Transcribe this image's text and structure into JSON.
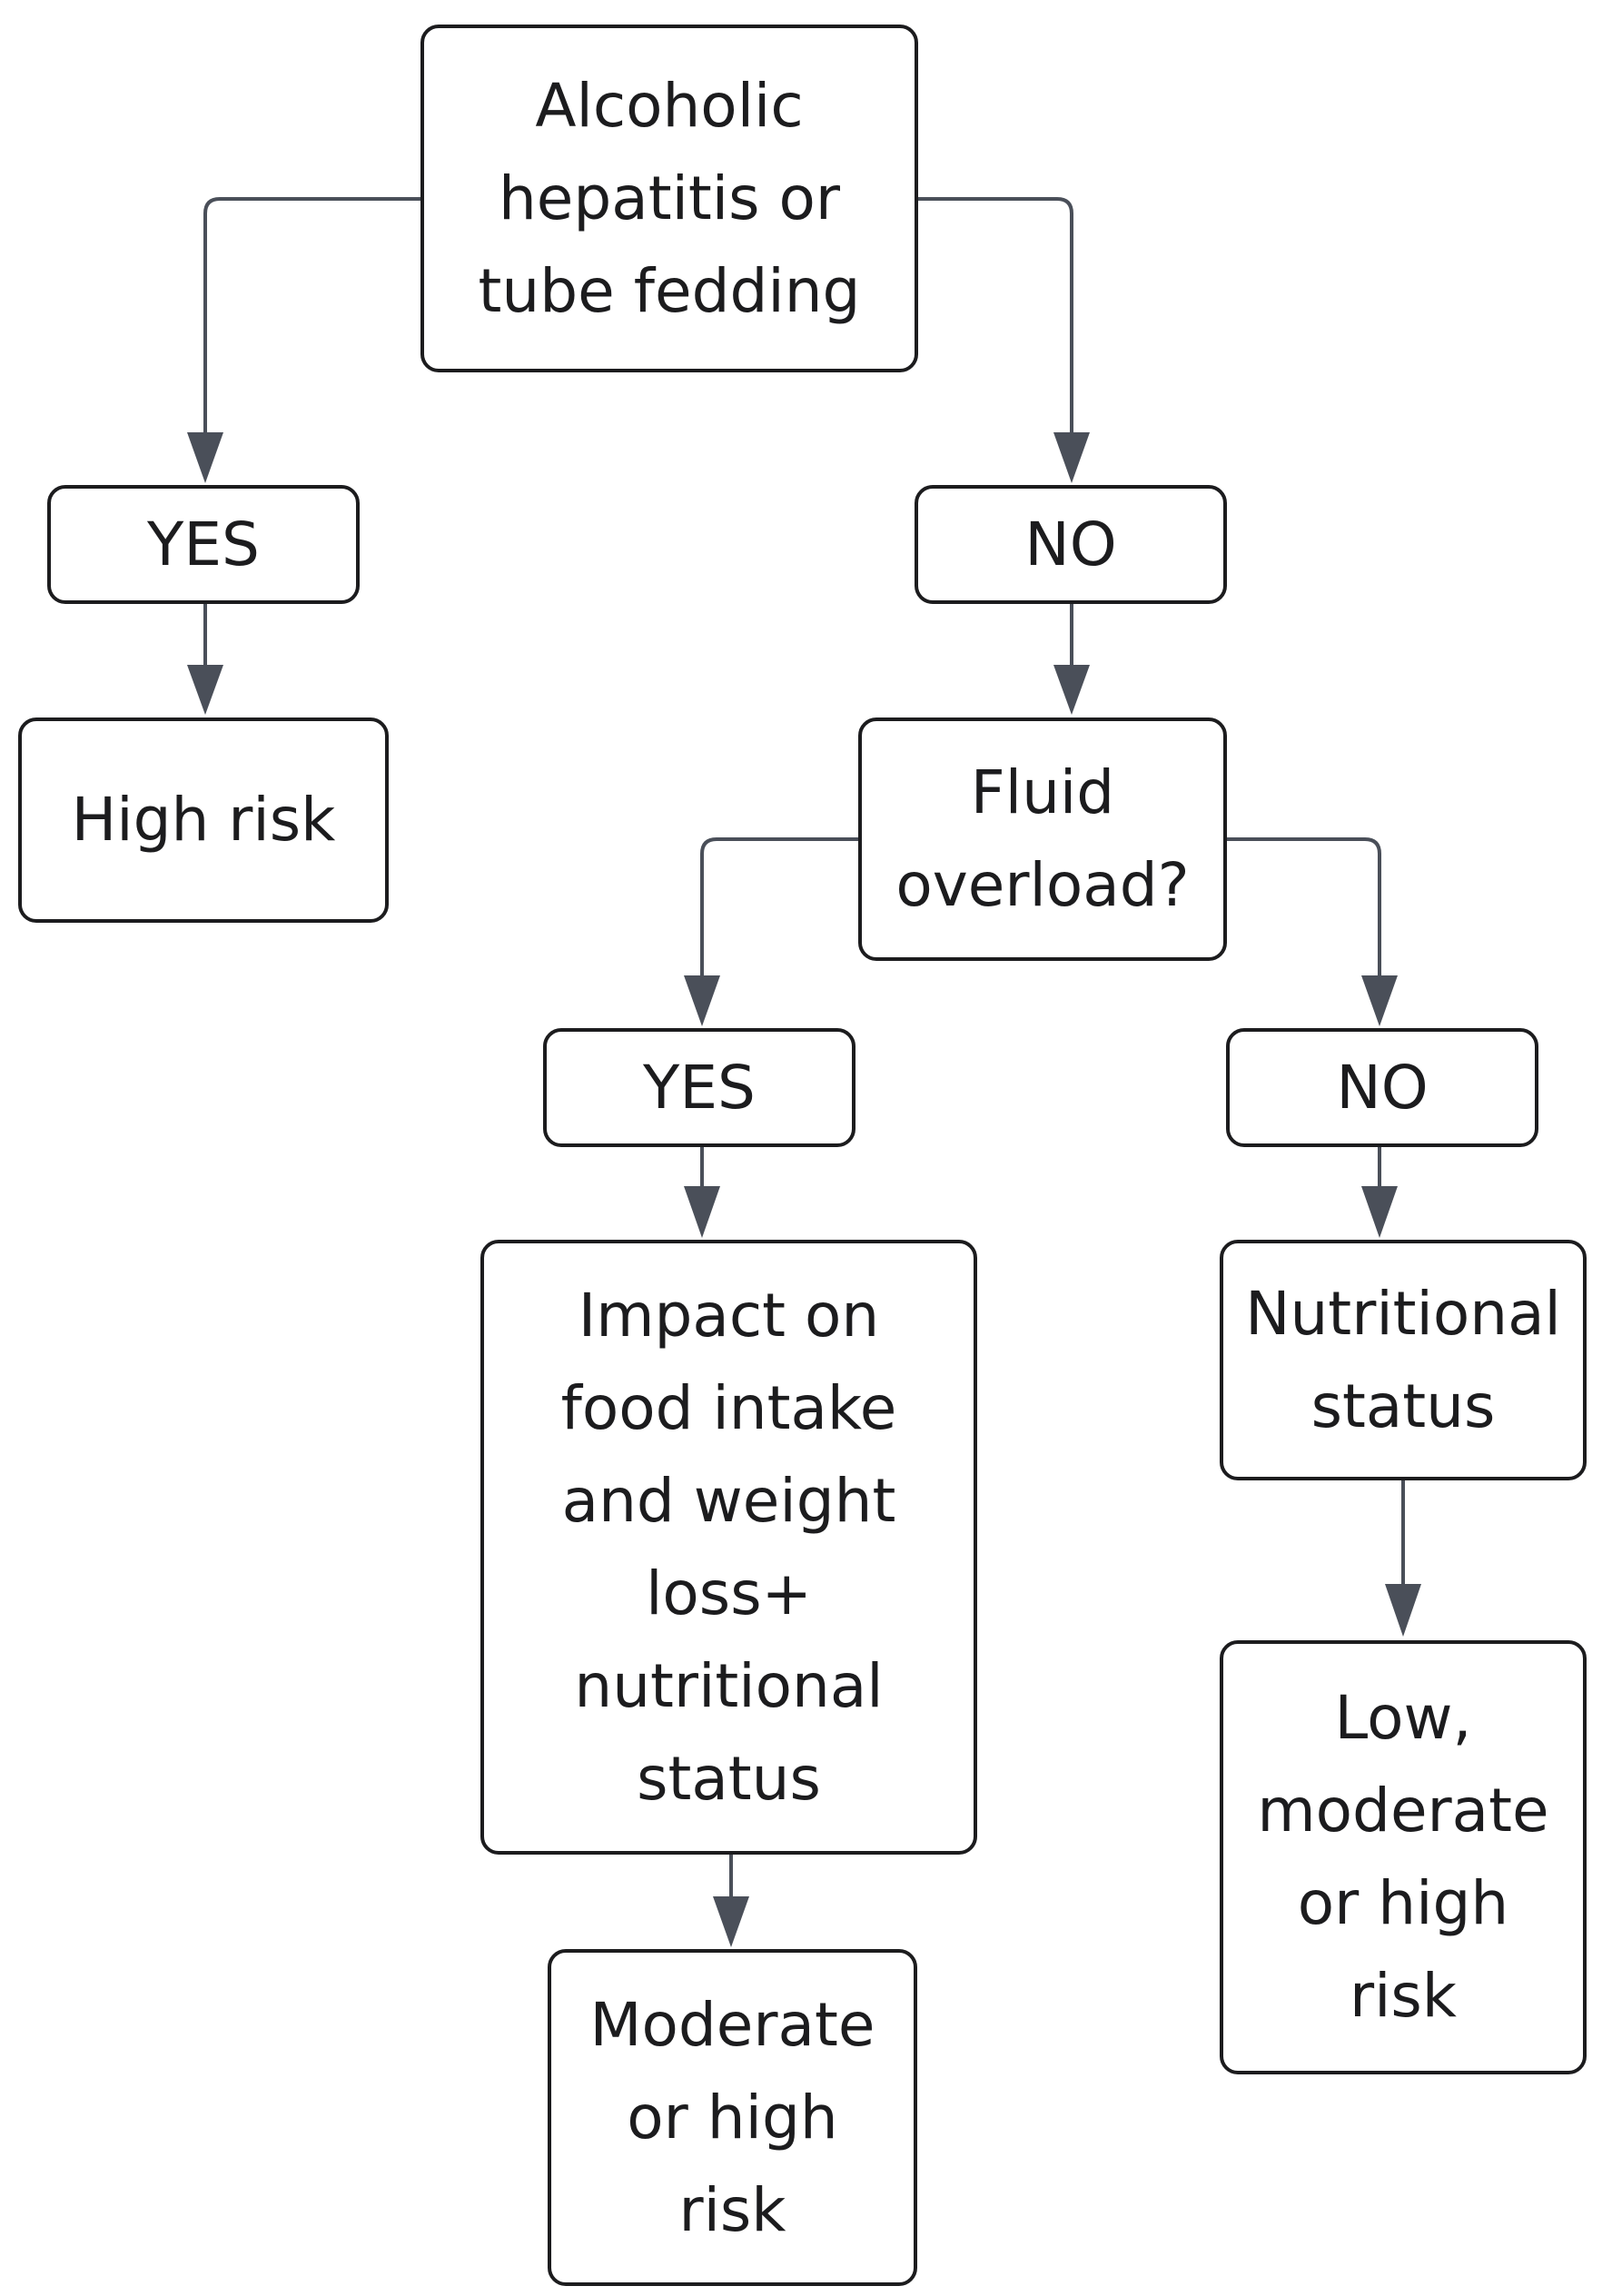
{
  "diagram": {
    "colors": {
      "border": "#1c1c1e",
      "connector": "#4a4f59",
      "text": "#1c1c1e",
      "background": "#ffffff"
    },
    "nodes": {
      "root": "Alcoholic\nhepatitis or\ntube fedding",
      "yes_left": "YES",
      "no_right": "NO",
      "high_risk": "High risk",
      "fluid_overload": "Fluid\noverload?",
      "yes_fluid": "YES",
      "no_fluid": "NO",
      "impact": "Impact on\nfood intake\nand weight\nloss+\nnutritional\nstatus",
      "nutritional_status": "Nutritional\nstatus",
      "moderate_high": "Moderate\nor high\nrisk",
      "low_moderate_high": "Low,\nmoderate\nor high\nrisk"
    }
  }
}
